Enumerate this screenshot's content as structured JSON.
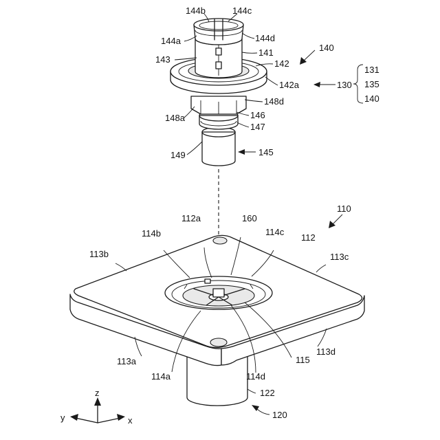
{
  "labels": {
    "l144b": "144b",
    "l144c": "144c",
    "l144a": "144a",
    "l144d": "144d",
    "l143": "143",
    "l141": "141",
    "l140": "140",
    "l142": "142",
    "l142a": "142a",
    "l130": "130",
    "l131": "131",
    "l135": "135",
    "l140b": "140",
    "l148d": "148d",
    "l148a": "148a",
    "l146": "146",
    "l147": "147",
    "l149": "149",
    "l145": "145",
    "l110": "110",
    "l112a": "112a",
    "l160": "160",
    "l114b": "114b",
    "l114c": "114c",
    "l112": "112",
    "l113b": "113b",
    "l113c": "113c",
    "l113a": "113a",
    "l113d": "113d",
    "l114a": "114a",
    "l114d": "114d",
    "l115": "115",
    "l122": "122",
    "l120": "120"
  },
  "axes": {
    "z": "z",
    "y": "y",
    "x": "x"
  }
}
